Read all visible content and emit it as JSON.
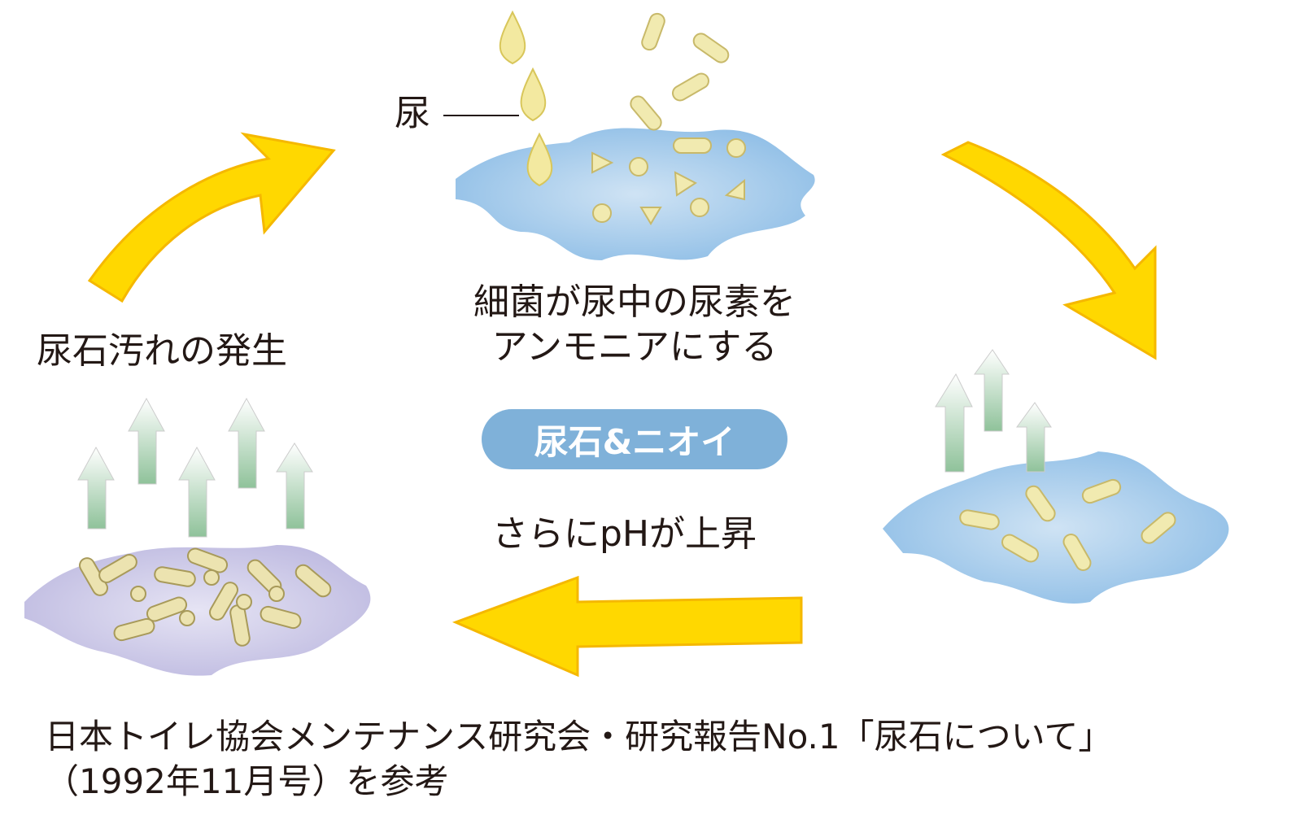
{
  "labels": {
    "urine": "尿",
    "step1_line1": "細菌が尿中の尿素を",
    "step1_line2": "アンモニアにする",
    "step3": "尿石汚れの発生",
    "center_badge": "尿石&ニオイ",
    "step2": "さらにpHが上昇"
  },
  "source": {
    "line1": "日本トイレ協会メンテナンス研究会・研究報告No.1「尿石について」",
    "line2": "（1992年11月号）を参考"
  },
  "colors": {
    "arrow": "#ffd800",
    "puddle_blue": "#9cc6e8",
    "puddle_purple": "#c9c7e6",
    "badge": "#7fb1d9",
    "bacteria": "#f1eab0"
  }
}
